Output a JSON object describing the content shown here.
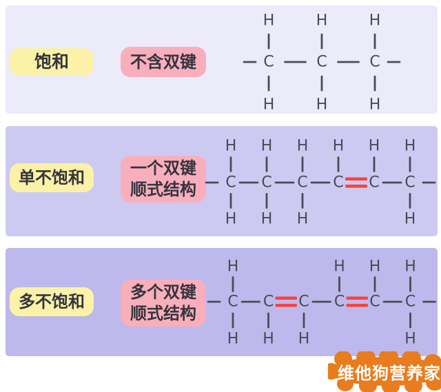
{
  "colors": {
    "row1_bg": "#ECEBFA",
    "row2_bg": "#CDCAF2",
    "row3_bg": "#BDB9EC",
    "category_bg": "#FBF2A8",
    "description_bg": "#F9AEBB",
    "label_text": "#34343E",
    "atom": "#4A4A55",
    "double_bond": "#F9423F",
    "badge_bg": "#E87C1E",
    "badge_text": "#FFFFFF"
  },
  "molecule_symbols": {
    "carbon": "C",
    "hydrogen": "H"
  },
  "watermark": {
    "text": "维他狗营养家"
  },
  "rows": [
    {
      "category": "饱和",
      "description_lines": [
        "不含双键"
      ],
      "molecule": {
        "carbons": [
          {
            "top": true,
            "bottom": true
          },
          {
            "top": true,
            "bottom": true
          },
          {
            "top": true,
            "bottom": true
          }
        ],
        "bonds": [
          "single",
          "single"
        ],
        "lead_dash": true,
        "trail_dash": true
      }
    },
    {
      "category": "单不饱和",
      "description_lines": [
        "一个双键",
        "顺式结构"
      ],
      "molecule": {
        "carbons": [
          {
            "top": true,
            "bottom": true
          },
          {
            "top": true,
            "bottom": true
          },
          {
            "top": true,
            "bottom": true
          },
          {
            "top": true,
            "bottom": false
          },
          {
            "top": true,
            "bottom": false
          },
          {
            "top": true,
            "bottom": true
          }
        ],
        "bonds": [
          "single",
          "single",
          "single",
          "double",
          "single"
        ],
        "lead_dash": true,
        "trail_dash": true
      }
    },
    {
      "category": "多不饱和",
      "description_lines": [
        "多个双键",
        "顺式结构"
      ],
      "molecule": {
        "carbons": [
          {
            "top": true,
            "bottom": true
          },
          {
            "top": false,
            "bottom": true
          },
          {
            "top": false,
            "bottom": true
          },
          {
            "top": true,
            "bottom": false
          },
          {
            "top": true,
            "bottom": false
          },
          {
            "top": true,
            "bottom": true
          }
        ],
        "bonds": [
          "single",
          "double",
          "single",
          "double",
          "single"
        ],
        "lead_dash": true,
        "trail_dash": true
      }
    }
  ]
}
